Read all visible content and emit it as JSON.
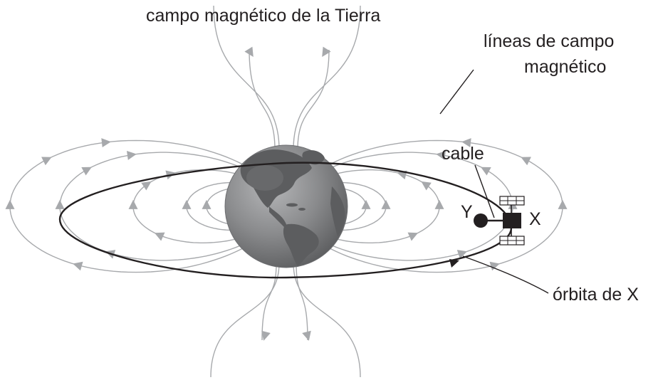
{
  "labels": {
    "earth_field": "campo magnético de la Tierra",
    "field_lines_1": "líneas de campo",
    "field_lines_2": "magnético",
    "cable": "cable",
    "y": "Y",
    "x": "X",
    "orbit": "órbita de X"
  },
  "icons": {
    "earth": "globe-icon",
    "satellite": "satellite-icon",
    "mass": "sphere-icon"
  },
  "colors": {
    "field_line": "#a7a9ac",
    "orbit": "#231f20",
    "earth_ocean": "#6d6e71",
    "earth_land": "#4d4d4f",
    "text": "#231f20"
  }
}
